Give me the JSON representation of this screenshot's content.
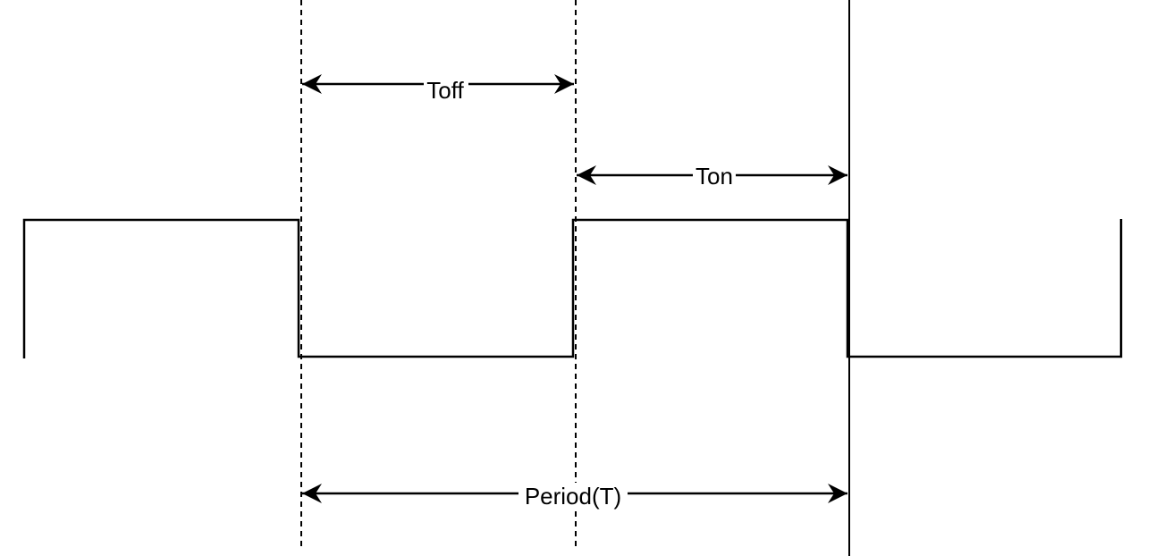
{
  "diagram": {
    "labels": {
      "toff": "Toff",
      "ton": "Ton",
      "period": "Period(T)"
    },
    "colors": {
      "line": "#000000",
      "background": "#ffffff"
    }
  }
}
